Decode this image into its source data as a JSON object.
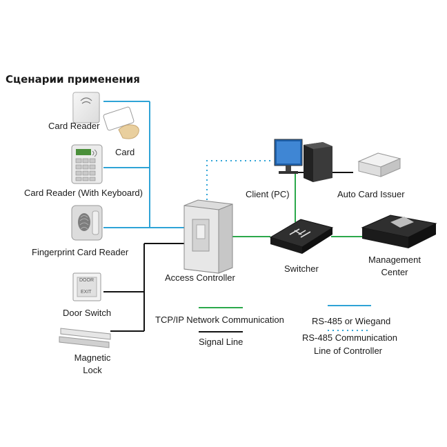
{
  "heading": "Сценарии применения",
  "devices": {
    "card_reader": "Card Reader",
    "card": "Card",
    "card_reader_keyboard": "Card Reader (With Keyboard)",
    "fingerprint_reader": "Fingerprint Card Reader",
    "door_switch": "Door Switch",
    "magnetic_lock_line1": "Magnetic",
    "magnetic_lock_line2": "Lock",
    "access_controller": "Access Controller",
    "client_pc": "Client (PC)",
    "auto_card_issuer": "Auto Card Issuer",
    "switcher": "Switcher",
    "management_center_line1": "Management",
    "management_center_line2": "Center"
  },
  "device_text": {
    "door_panel_line1": "DOOR",
    "door_panel_line2": "EXIT"
  },
  "legend": {
    "tcpip": "TCP/IP Network Communication",
    "signal": "Signal Line",
    "rs485_wiegand": "RS-485 or Wiegand",
    "rs485_controller_line1": "RS-485 Communication",
    "rs485_controller_line2": "Line of Controller"
  },
  "colors": {
    "tcpip_line": "#2aa84a",
    "signal_line": "#111111",
    "rs485_line": "#2ea3d6",
    "controller_dotted": "#2ea3d6"
  }
}
